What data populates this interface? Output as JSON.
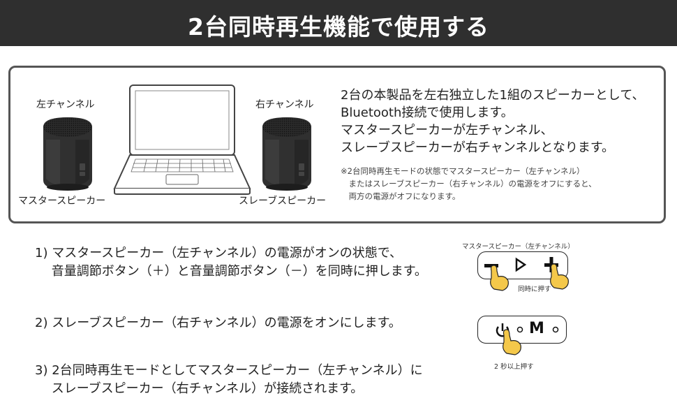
{
  "banner": {
    "title": "2台同時再生機能で使用する"
  },
  "panel": {
    "left_label": "左チャンネル",
    "right_label": "右チャンネル",
    "master_label": "マスタースピーカー",
    "slave_label": "スレーブスピーカー",
    "description": [
      "2台の本製品を左右独立した1組のスピーカーとして、",
      "Bluetooth接続で使用します。",
      "マスタースピーカーが左チャンネル、",
      "スレーブスピーカーが右チャンネルとなります。"
    ],
    "note": [
      "※2台同時再生モードの状態でマスタースピーカー（左チャンネル）",
      "　またはスレーブスピーカー（右チャンネル）の電源をオフにすると、",
      "　両方の電源がオフになります。"
    ]
  },
  "steps": [
    {
      "lines": [
        "1) マスタースピーカー（左チャンネル）の電源がオンの状態で、",
        "　 音量調節ボタン（＋）と音量調節ボタン（－）を同時に押します。"
      ]
    },
    {
      "lines": [
        "2) スレーブスピーカー（右チャンネル）の電源をオンにします。"
      ]
    },
    {
      "lines": [
        "3) 2台同時再生モードとしてマスタースピーカー（左チャンネル）に",
        "　 スレーブスピーカー（右チャンネル）が接続されます。"
      ]
    }
  ],
  "diagram1": {
    "caption": "マスタースピーカー（左チャンネル）",
    "press_label": "同時に押す"
  },
  "diagram2": {
    "m_label": "M",
    "press_label": "2 秒以上押す"
  }
}
